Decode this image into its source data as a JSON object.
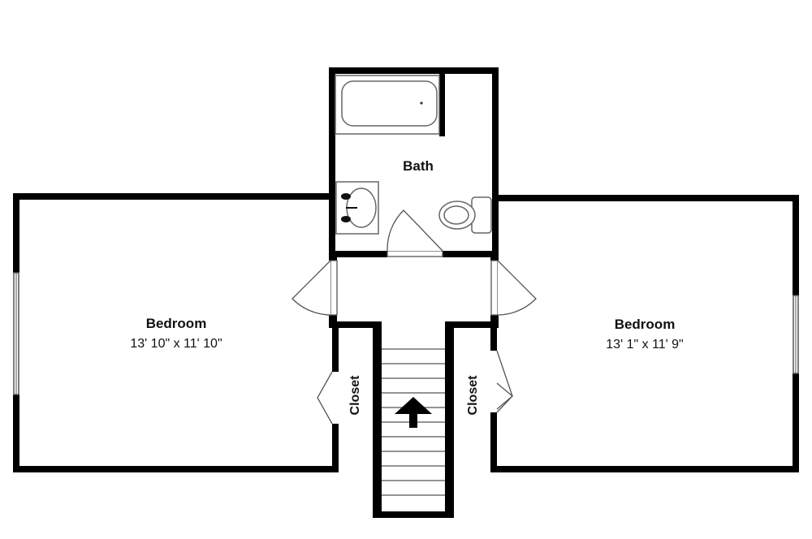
{
  "floor_plan": {
    "rooms": {
      "bedroom_left": {
        "name": "Bedroom",
        "dimensions": "13' 10\" x 11' 10\""
      },
      "bedroom_right": {
        "name": "Bedroom",
        "dimensions": "13' 1\" x 11' 9\""
      },
      "bath": {
        "name": "Bath"
      },
      "closet_left": {
        "name": "Closet"
      },
      "closet_right": {
        "name": "Closet"
      }
    },
    "colors": {
      "wall": "#000000",
      "background": "#ffffff",
      "fixture_stroke": "#555555"
    }
  }
}
